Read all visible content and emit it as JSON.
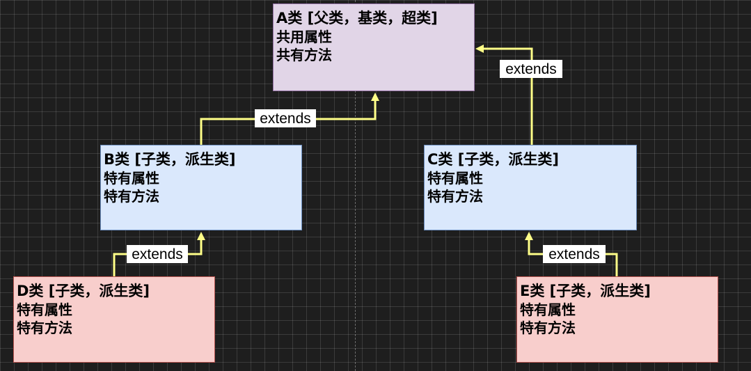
{
  "boxes": {
    "a": {
      "title": "A类 [父类，基类，超类]",
      "line1": "共用属性",
      "line2": "共有方法"
    },
    "b": {
      "title": "B类 [子类，派生类]",
      "line1": "特有属性",
      "line2": "特有方法"
    },
    "c": {
      "title": "C类 [子类，派生类]",
      "line1": "特有属性",
      "line2": "特有方法"
    },
    "d": {
      "title": "D类 [子类，派生类]",
      "line1": "特有属性",
      "line2": "特有方法"
    },
    "e": {
      "title": "E类 [子类，派生类]",
      "line1": "特有属性",
      "line2": "特有方法"
    }
  },
  "edges": {
    "b_to_a": "extends",
    "c_to_a": "extends",
    "d_to_b": "extends",
    "e_to_c": "extends"
  },
  "colors": {
    "background": "#1e1e1e",
    "connector": "#ffff88",
    "parent_fill": "#e1d5e7",
    "child_fill": "#dae8fc",
    "grandchild_fill": "#f8cecc"
  }
}
